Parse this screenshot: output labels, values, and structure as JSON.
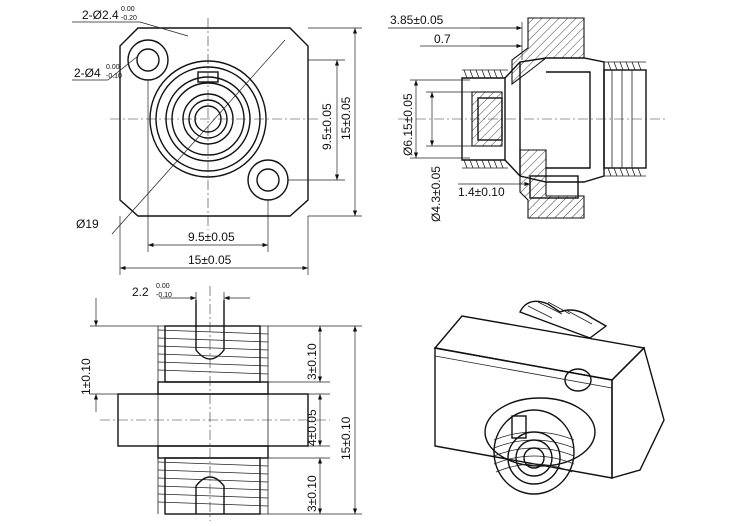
{
  "front_view": {
    "holes_small": {
      "prefix": "2-Ø2.4",
      "tol_upper": "0.00",
      "tol_lower": "-0.20"
    },
    "holes_large": {
      "prefix": "2-Ø4",
      "tol_upper": "0.00",
      "tol_lower": "-0.10"
    },
    "height_inner": "9.5±0.05",
    "height_outer": "15±0.05",
    "width_inner": "9.5±0.05",
    "width_outer": "15±0.05",
    "diameter": "Ø19"
  },
  "side_section": {
    "offset_top": "3.85±0.05",
    "offset_inner": "0.7",
    "bore_diameter": "Ø6.15±0.05",
    "pin_diameter": "Ø4.3±0.05",
    "pin_length": "1.4±0.10"
  },
  "top_view": {
    "slot_width": {
      "prefix": "2.2",
      "tol_upper": "0.00",
      "tol_lower": "-0.10"
    },
    "offset_left": "1±0.10",
    "thread_top": "3±0.10",
    "flange": "4±0.05",
    "total_length": "15±0.10",
    "thread_bottom": "3±0.10"
  }
}
